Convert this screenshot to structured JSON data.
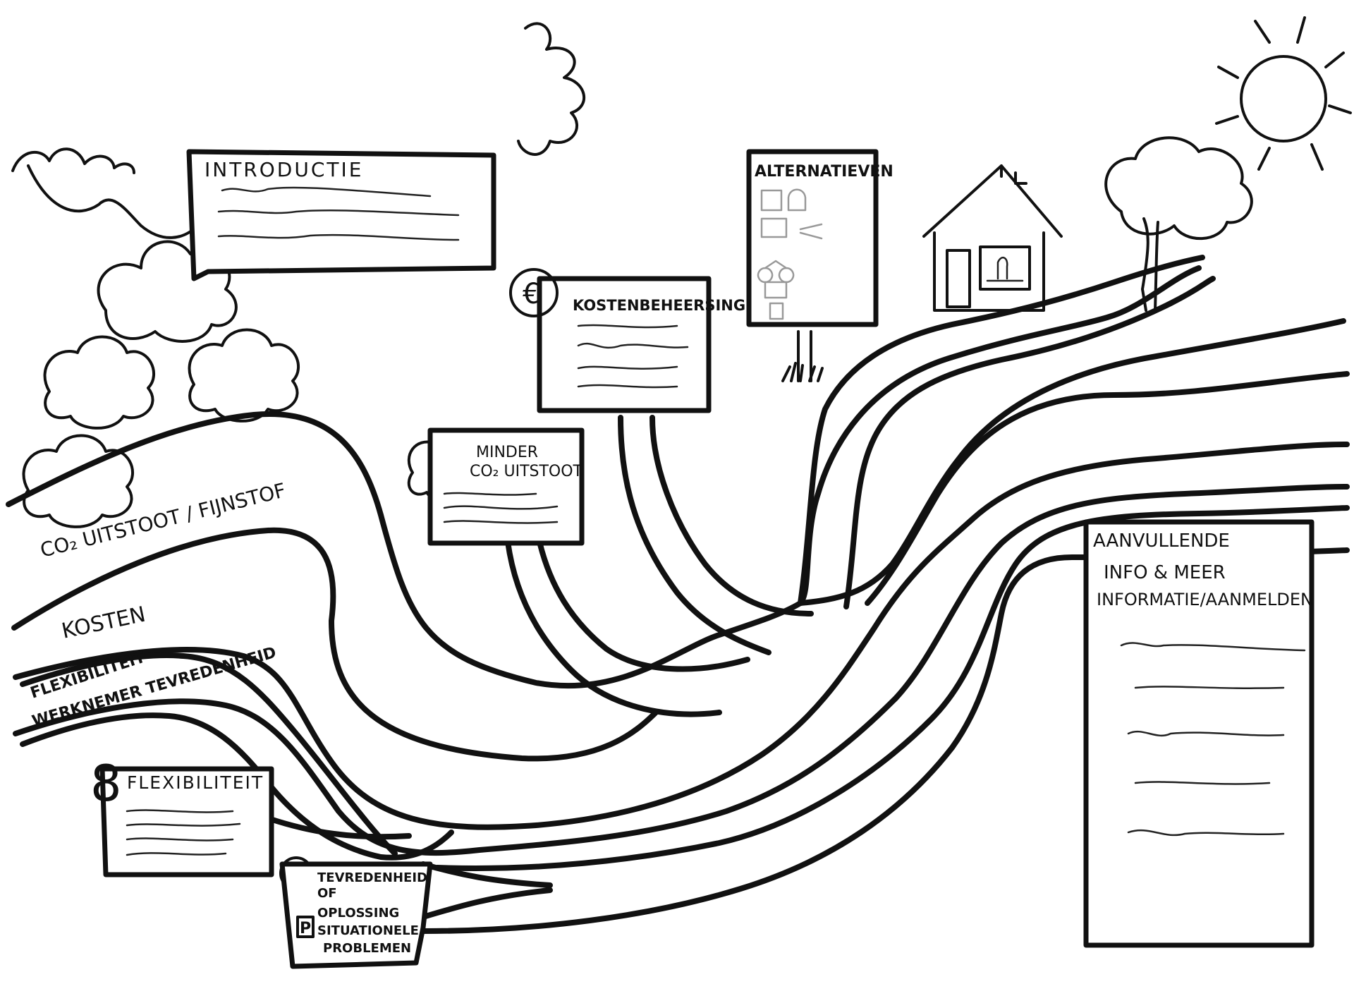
{
  "labels": {
    "introductie": "INTRODUCTIE",
    "kostenbeheersing": "KOSTENBEHEERSING",
    "alternatieven": "ALTERNATIEVEN",
    "minder_1": "MINDER",
    "minder_2": "CO₂ UITSTOOT",
    "co2": "CO₂  UITSTOOT / FIJNSTOF",
    "kosten": "KOSTEN",
    "flex_road": "FLEXIBILITEIT",
    "werknemer": "WERKNEMER TEVREDENHEID",
    "flex_box": "FLEXIBILITEIT",
    "tevreden_1": "TEVREDENHEID",
    "tevreden_2": "OF",
    "tevreden_3": "OPLOSSING",
    "tevreden_4": "SITUATIONELE",
    "tevreden_5": "PROBLEMEN",
    "aanv_1": "AANVULLENDE",
    "aanv_2": "INFO & MEER",
    "aanv_3": "INFORMATIE/AANMELDEN",
    "euro": "€",
    "parking": "P",
    "eight": "8"
  }
}
